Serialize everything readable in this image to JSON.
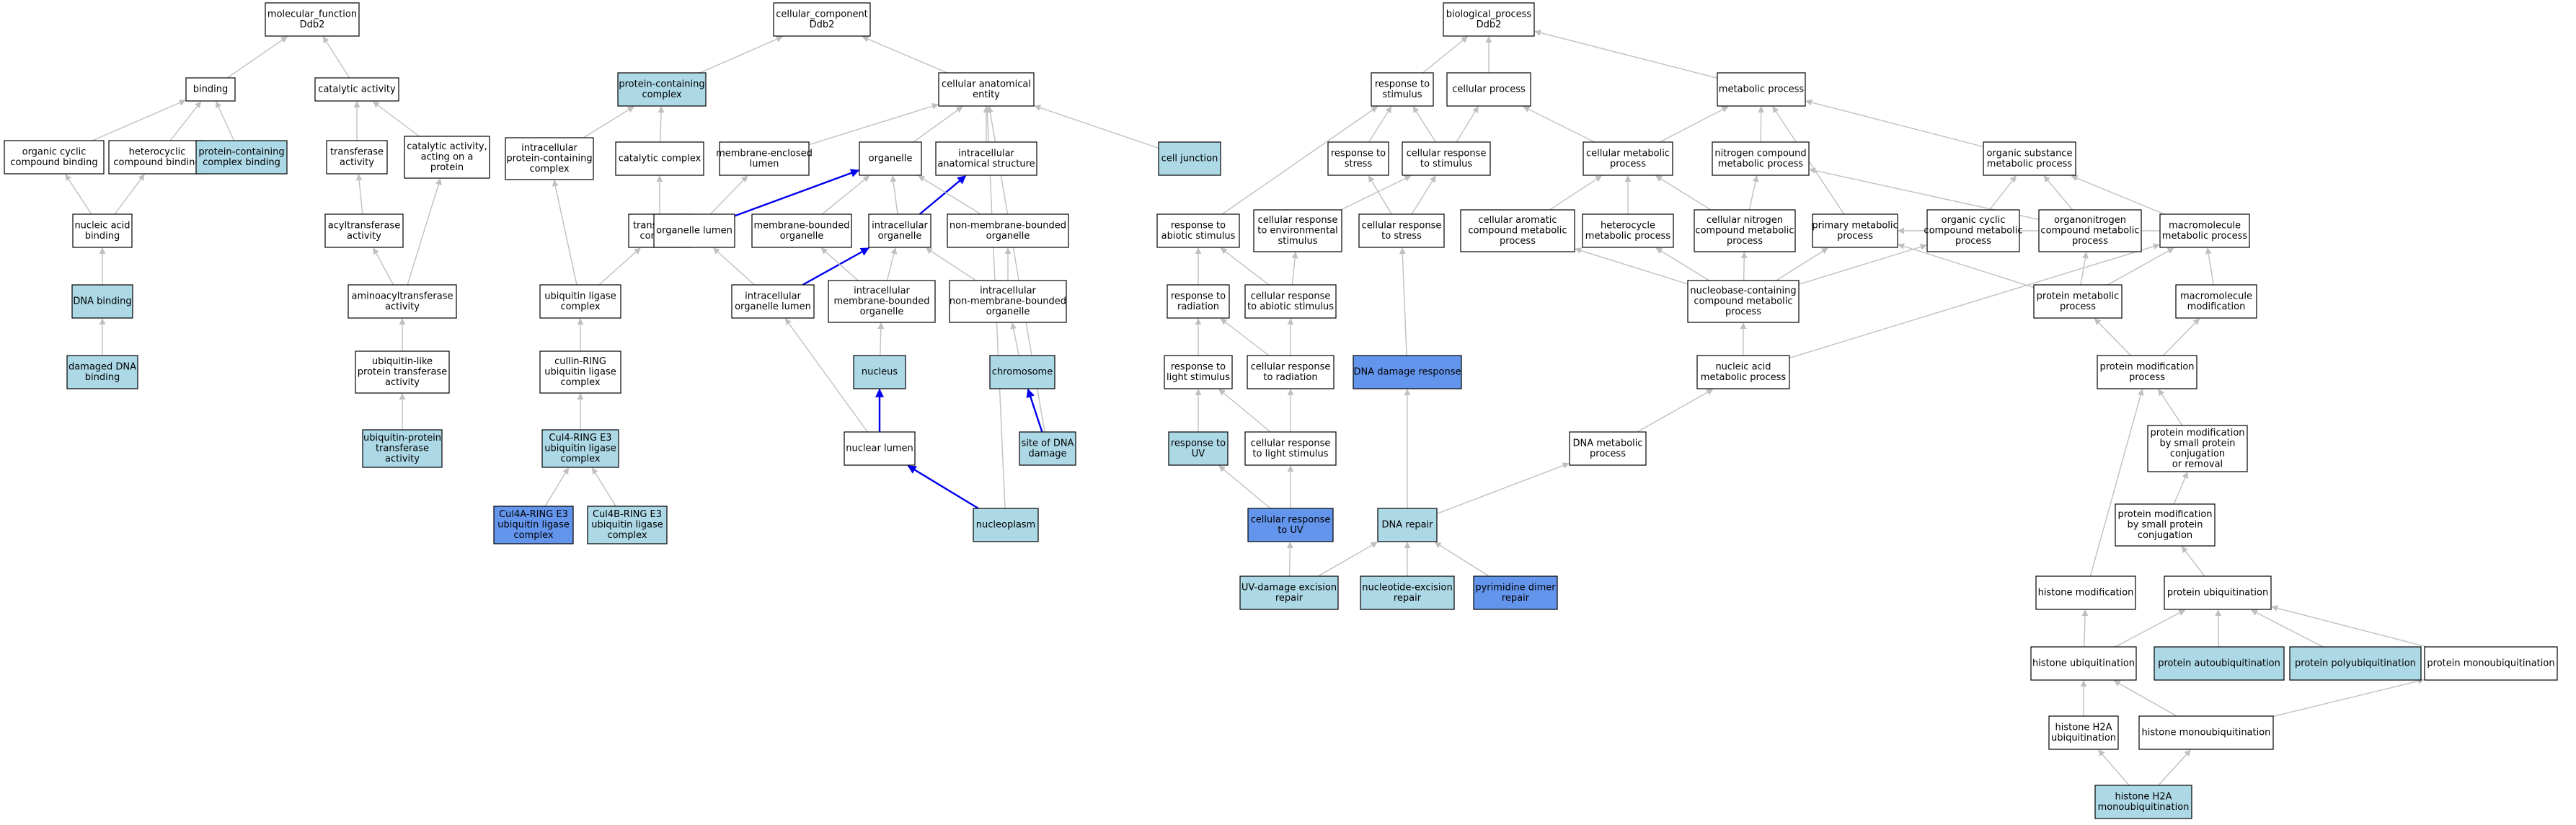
{
  "colors": {
    "plain": "#ffffff",
    "light": "#add8e6",
    "dark": "#6495ed",
    "edge": "#c0c0c0",
    "edge_blue": "#0000ee"
  },
  "nodes": [
    {
      "id": "mf",
      "lines": [
        "molecular_function",
        "Ddb2"
      ],
      "fill": "plain"
    },
    {
      "id": "binding",
      "lines": [
        "binding"
      ],
      "fill": "plain"
    },
    {
      "id": "catalytic",
      "lines": [
        "catalytic activity"
      ],
      "fill": "plain"
    },
    {
      "id": "orgcyc",
      "lines": [
        "organic cyclic",
        "compound binding"
      ],
      "fill": "plain"
    },
    {
      "id": "hetbind",
      "lines": [
        "heterocyclic",
        "compound binding"
      ],
      "fill": "plain"
    },
    {
      "id": "pcbind",
      "lines": [
        "protein-containing",
        "complex binding"
      ],
      "fill": "light"
    },
    {
      "id": "transferase",
      "lines": [
        "transferase",
        "activity"
      ],
      "fill": "plain"
    },
    {
      "id": "catprot",
      "lines": [
        "catalytic activity,",
        "acting on a",
        "protein"
      ],
      "fill": "plain"
    },
    {
      "id": "nabind",
      "lines": [
        "nucleic acid",
        "binding"
      ],
      "fill": "plain"
    },
    {
      "id": "acyl",
      "lines": [
        "acyltransferase",
        "activity"
      ],
      "fill": "plain"
    },
    {
      "id": "dnabind",
      "lines": [
        "DNA binding"
      ],
      "fill": "light"
    },
    {
      "id": "aminoacyl",
      "lines": [
        "aminoacyltransferase",
        "activity"
      ],
      "fill": "plain"
    },
    {
      "id": "damdna",
      "lines": [
        "damaged DNA",
        "binding"
      ],
      "fill": "light"
    },
    {
      "id": "ublike",
      "lines": [
        "ubiquitin-like",
        "protein transferase",
        "activity"
      ],
      "fill": "plain"
    },
    {
      "id": "ubiqprot",
      "lines": [
        "ubiquitin-protein",
        "transferase",
        "activity"
      ],
      "fill": "light"
    },
    {
      "id": "cc",
      "lines": [
        "cellular_component",
        "Ddb2"
      ],
      "fill": "plain"
    },
    {
      "id": "pcc",
      "lines": [
        "protein-containing",
        "complex"
      ],
      "fill": "light"
    },
    {
      "id": "cae",
      "lines": [
        "cellular anatomical",
        "entity"
      ],
      "fill": "plain"
    },
    {
      "id": "ipcc",
      "lines": [
        "intracellular",
        "protein-containing",
        "complex"
      ],
      "fill": "plain"
    },
    {
      "id": "catcomplex",
      "lines": [
        "catalytic complex"
      ],
      "fill": "plain"
    },
    {
      "id": "mel",
      "lines": [
        "membrane-enclosed",
        "lumen"
      ],
      "fill": "plain"
    },
    {
      "id": "organelle",
      "lines": [
        "organelle"
      ],
      "fill": "plain"
    },
    {
      "id": "ias",
      "lines": [
        "intracellular",
        "anatomical structure"
      ],
      "fill": "plain"
    },
    {
      "id": "celljunction",
      "lines": [
        "cell junction"
      ],
      "fill": "light"
    },
    {
      "id": "transcomplex",
      "lines": [
        "transferase",
        "complex"
      ],
      "fill": "plain"
    },
    {
      "id": "orglumen",
      "lines": [
        "organelle lumen"
      ],
      "fill": "plain"
    },
    {
      "id": "mbo",
      "lines": [
        "membrane-bounded",
        "organelle"
      ],
      "fill": "plain"
    },
    {
      "id": "intraorg",
      "lines": [
        "intracellular",
        "organelle"
      ],
      "fill": "plain"
    },
    {
      "id": "nmbo",
      "lines": [
        "non-membrane-bounded",
        "organelle"
      ],
      "fill": "plain"
    },
    {
      "id": "ulc",
      "lines": [
        "ubiquitin ligase",
        "complex"
      ],
      "fill": "plain"
    },
    {
      "id": "iol",
      "lines": [
        "intracellular",
        "organelle lumen"
      ],
      "fill": "plain"
    },
    {
      "id": "imbo",
      "lines": [
        "intracellular",
        "membrane-bounded",
        "organelle"
      ],
      "fill": "plain"
    },
    {
      "id": "inmbo",
      "lines": [
        "intracellular",
        "non-membrane-bounded",
        "organelle"
      ],
      "fill": "plain"
    },
    {
      "id": "crl",
      "lines": [
        "cullin-RING",
        "ubiquitin ligase",
        "complex"
      ],
      "fill": "plain"
    },
    {
      "id": "nucleus",
      "lines": [
        "nucleus"
      ],
      "fill": "light"
    },
    {
      "id": "chromosome",
      "lines": [
        "chromosome"
      ],
      "fill": "light"
    },
    {
      "id": "cul4",
      "lines": [
        "Cul4-RING E3",
        "ubiquitin ligase",
        "complex"
      ],
      "fill": "light"
    },
    {
      "id": "nuclumen",
      "lines": [
        "nuclear lumen"
      ],
      "fill": "plain"
    },
    {
      "id": "sitedna",
      "lines": [
        "site of DNA",
        "damage"
      ],
      "fill": "light"
    },
    {
      "id": "cul4a",
      "lines": [
        "Cul4A-RING E3",
        "ubiquitin ligase",
        "complex"
      ],
      "fill": "dark"
    },
    {
      "id": "cul4b",
      "lines": [
        "Cul4B-RING E3",
        "ubiquitin ligase",
        "complex"
      ],
      "fill": "light"
    },
    {
      "id": "nucleoplasm",
      "lines": [
        "nucleoplasm"
      ],
      "fill": "light"
    },
    {
      "id": "bp",
      "lines": [
        "biological_process",
        "Ddb2"
      ],
      "fill": "plain"
    },
    {
      "id": "rstim",
      "lines": [
        "response to",
        "stimulus"
      ],
      "fill": "plain"
    },
    {
      "id": "cellproc",
      "lines": [
        "cellular process"
      ],
      "fill": "plain"
    },
    {
      "id": "metab",
      "lines": [
        "metabolic process"
      ],
      "fill": "plain"
    },
    {
      "id": "rstress",
      "lines": [
        "response to",
        "stress"
      ],
      "fill": "plain"
    },
    {
      "id": "crstim",
      "lines": [
        "cellular response",
        "to stimulus"
      ],
      "fill": "plain"
    },
    {
      "id": "cmetab",
      "lines": [
        "cellular metabolic",
        "process"
      ],
      "fill": "plain"
    },
    {
      "id": "ncmetab",
      "lines": [
        "nitrogen compound",
        "metabolic process"
      ],
      "fill": "plain"
    },
    {
      "id": "osmetab",
      "lines": [
        "organic substance",
        "metabolic process"
      ],
      "fill": "plain"
    },
    {
      "id": "rabiotic",
      "lines": [
        "response to",
        "abiotic stimulus"
      ],
      "fill": "plain"
    },
    {
      "id": "crenv",
      "lines": [
        "cellular response",
        "to environmental",
        "stimulus"
      ],
      "fill": "plain"
    },
    {
      "id": "crstress",
      "lines": [
        "cellular response",
        "to stress"
      ],
      "fill": "plain"
    },
    {
      "id": "caromatic",
      "lines": [
        "cellular aromatic",
        "compound metabolic",
        "process"
      ],
      "fill": "plain"
    },
    {
      "id": "hetmetab",
      "lines": [
        "heterocycle",
        "metabolic process"
      ],
      "fill": "plain"
    },
    {
      "id": "cncmetab",
      "lines": [
        "cellular nitrogen",
        "compound metabolic",
        "process"
      ],
      "fill": "plain"
    },
    {
      "id": "primary",
      "lines": [
        "primary metabolic",
        "process"
      ],
      "fill": "plain"
    },
    {
      "id": "occmetab",
      "lines": [
        "organic cyclic",
        "compound metabolic",
        "process"
      ],
      "fill": "plain"
    },
    {
      "id": "onmetab",
      "lines": [
        "organonitrogen",
        "compound metabolic",
        "process"
      ],
      "fill": "plain"
    },
    {
      "id": "macromet",
      "lines": [
        "macromolecule",
        "metabolic process"
      ],
      "fill": "plain"
    },
    {
      "id": "rrad",
      "lines": [
        "response to",
        "radiation"
      ],
      "fill": "plain"
    },
    {
      "id": "crabiotic",
      "lines": [
        "cellular response",
        "to abiotic stimulus"
      ],
      "fill": "plain"
    },
    {
      "id": "nbcmetab",
      "lines": [
        "nucleobase-containing",
        "compound metabolic",
        "process"
      ],
      "fill": "plain"
    },
    {
      "id": "protmetab",
      "lines": [
        "protein metabolic",
        "process"
      ],
      "fill": "plain"
    },
    {
      "id": "macromod",
      "lines": [
        "macromolecule",
        "modification"
      ],
      "fill": "plain"
    },
    {
      "id": "rlight",
      "lines": [
        "response to",
        "light stimulus"
      ],
      "fill": "plain"
    },
    {
      "id": "crrad",
      "lines": [
        "cellular response",
        "to radiation"
      ],
      "fill": "plain"
    },
    {
      "id": "ddr",
      "lines": [
        "DNA damage response"
      ],
      "fill": "dark"
    },
    {
      "id": "nametab",
      "lines": [
        "nucleic acid",
        "metabolic process"
      ],
      "fill": "plain"
    },
    {
      "id": "protmod",
      "lines": [
        "protein modification",
        "process"
      ],
      "fill": "plain"
    },
    {
      "id": "ruv",
      "lines": [
        "response to",
        "UV"
      ],
      "fill": "light"
    },
    {
      "id": "crlight",
      "lines": [
        "cellular response",
        "to light stimulus"
      ],
      "fill": "plain"
    },
    {
      "id": "dnametab",
      "lines": [
        "DNA metabolic",
        "process"
      ],
      "fill": "plain"
    },
    {
      "id": "pmsmall",
      "lines": [
        "protein modification",
        "by small protein",
        "conjugation",
        "or removal"
      ],
      "fill": "plain"
    },
    {
      "id": "cruv",
      "lines": [
        "cellular response",
        "to UV"
      ],
      "fill": "dark"
    },
    {
      "id": "dnarepair",
      "lines": [
        "DNA repair"
      ],
      "fill": "light"
    },
    {
      "id": "pmconj",
      "lines": [
        "protein modification",
        "by small protein",
        "conjugation"
      ],
      "fill": "plain"
    },
    {
      "id": "uvrepair",
      "lines": [
        "UV-damage excision",
        "repair"
      ],
      "fill": "light"
    },
    {
      "id": "nucrepair",
      "lines": [
        "nucleotide-excision",
        "repair"
      ],
      "fill": "light"
    },
    {
      "id": "pyrrepair",
      "lines": [
        "pyrimidine dimer",
        "repair"
      ],
      "fill": "dark"
    },
    {
      "id": "histmod",
      "lines": [
        "histone modification"
      ],
      "fill": "plain"
    },
    {
      "id": "protubiq",
      "lines": [
        "protein ubiquitination"
      ],
      "fill": "plain"
    },
    {
      "id": "histubiq",
      "lines": [
        "histone ubiquitination"
      ],
      "fill": "plain"
    },
    {
      "id": "autoubiq",
      "lines": [
        "protein autoubiquitination"
      ],
      "fill": "light"
    },
    {
      "id": "polyubiq",
      "lines": [
        "protein polyubiquitination"
      ],
      "fill": "light"
    },
    {
      "id": "monoubiq",
      "lines": [
        "protein monoubiquitination"
      ],
      "fill": "plain"
    },
    {
      "id": "h2aubiq",
      "lines": [
        "histone H2A",
        "ubiquitination"
      ],
      "fill": "plain"
    },
    {
      "id": "histmono",
      "lines": [
        "histone monoubiquitination"
      ],
      "fill": "plain"
    },
    {
      "id": "h2amono",
      "lines": [
        "histone H2A",
        "monoubiquitination"
      ],
      "fill": "light"
    }
  ],
  "edges": [
    [
      "binding",
      "mf",
      "g"
    ],
    [
      "catalytic",
      "mf",
      "g"
    ],
    [
      "orgcyc",
      "binding",
      "g"
    ],
    [
      "hetbind",
      "binding",
      "g"
    ],
    [
      "pcbind",
      "binding",
      "g"
    ],
    [
      "transferase",
      "catalytic",
      "g"
    ],
    [
      "catprot",
      "catalytic",
      "g"
    ],
    [
      "nabind",
      "orgcyc",
      "g"
    ],
    [
      "nabind",
      "hetbind",
      "g"
    ],
    [
      "acyl",
      "transferase",
      "g"
    ],
    [
      "dnabind",
      "nabind",
      "g"
    ],
    [
      "aminoacyl",
      "acyl",
      "g"
    ],
    [
      "aminoacyl",
      "catprot",
      "g"
    ],
    [
      "damdna",
      "dnabind",
      "g"
    ],
    [
      "ublike",
      "aminoacyl",
      "g"
    ],
    [
      "ubiqprot",
      "ublike",
      "g"
    ],
    [
      "pcc",
      "cc",
      "g"
    ],
    [
      "cae",
      "cc",
      "g"
    ],
    [
      "ipcc",
      "pcc",
      "g"
    ],
    [
      "catcomplex",
      "pcc",
      "g"
    ],
    [
      "mel",
      "cae",
      "g"
    ],
    [
      "organelle",
      "cae",
      "g"
    ],
    [
      "ias",
      "cae",
      "g"
    ],
    [
      "celljunction",
      "cae",
      "g"
    ],
    [
      "transcomplex",
      "catcomplex",
      "g"
    ],
    [
      "orglumen",
      "mel",
      "g"
    ],
    [
      "orglumen",
      "organelle",
      "b"
    ],
    [
      "mbo",
      "organelle",
      "g"
    ],
    [
      "intraorg",
      "organelle",
      "g"
    ],
    [
      "intraorg",
      "ias",
      "b"
    ],
    [
      "nmbo",
      "organelle",
      "g"
    ],
    [
      "ulc",
      "ipcc",
      "g"
    ],
    [
      "ulc",
      "transcomplex",
      "g"
    ],
    [
      "iol",
      "orglumen",
      "g"
    ],
    [
      "iol",
      "intraorg",
      "b"
    ],
    [
      "imbo",
      "mbo",
      "g"
    ],
    [
      "imbo",
      "intraorg",
      "g"
    ],
    [
      "inmbo",
      "intraorg",
      "g"
    ],
    [
      "inmbo",
      "nmbo",
      "g"
    ],
    [
      "crl",
      "ulc",
      "g"
    ],
    [
      "nucleus",
      "imbo",
      "g"
    ],
    [
      "chromosome",
      "inmbo",
      "g"
    ],
    [
      "cul4",
      "crl",
      "g"
    ],
    [
      "nuclumen",
      "iol",
      "g"
    ],
    [
      "nuclumen",
      "nucleus",
      "b"
    ],
    [
      "sitedna",
      "chromosome",
      "b"
    ],
    [
      "sitedna",
      "cae",
      "g"
    ],
    [
      "cul4a",
      "cul4",
      "g"
    ],
    [
      "cul4b",
      "cul4",
      "g"
    ],
    [
      "nucleoplasm",
      "nuclumen",
      "b"
    ],
    [
      "nucleoplasm",
      "cae",
      "g"
    ],
    [
      "rstim",
      "bp",
      "g"
    ],
    [
      "cellproc",
      "bp",
      "g"
    ],
    [
      "metab",
      "bp",
      "g"
    ],
    [
      "rstress",
      "rstim",
      "g"
    ],
    [
      "crstim",
      "rstim",
      "g"
    ],
    [
      "crstim",
      "cellproc",
      "g"
    ],
    [
      "cmetab",
      "cellproc",
      "g"
    ],
    [
      "cmetab",
      "metab",
      "g"
    ],
    [
      "ncmetab",
      "metab",
      "g"
    ],
    [
      "osmetab",
      "metab",
      "g"
    ],
    [
      "rabiotic",
      "rstim",
      "g"
    ],
    [
      "crenv",
      "crstim",
      "g"
    ],
    [
      "crstress",
      "rstress",
      "g"
    ],
    [
      "crstress",
      "crstim",
      "g"
    ],
    [
      "caromatic",
      "cmetab",
      "g"
    ],
    [
      "hetmetab",
      "cmetab",
      "g"
    ],
    [
      "cncmetab",
      "cmetab",
      "g"
    ],
    [
      "cncmetab",
      "ncmetab",
      "g"
    ],
    [
      "primary",
      "metab",
      "g"
    ],
    [
      "occmetab",
      "osmetab",
      "g"
    ],
    [
      "onmetab",
      "ncmetab",
      "g"
    ],
    [
      "onmetab",
      "osmetab",
      "g"
    ],
    [
      "macromet",
      "primary",
      "g"
    ],
    [
      "macromet",
      "osmetab",
      "g"
    ],
    [
      "rrad",
      "rabiotic",
      "g"
    ],
    [
      "crabiotic",
      "rabiotic",
      "g"
    ],
    [
      "crabiotic",
      "crenv",
      "g"
    ],
    [
      "nbcmetab",
      "caromatic",
      "g"
    ],
    [
      "nbcmetab",
      "hetmetab",
      "g"
    ],
    [
      "nbcmetab",
      "cncmetab",
      "g"
    ],
    [
      "nbcmetab",
      "primary",
      "g"
    ],
    [
      "nbcmetab",
      "occmetab",
      "g"
    ],
    [
      "protmetab",
      "onmetab",
      "g"
    ],
    [
      "protmetab",
      "macromet",
      "g"
    ],
    [
      "protmetab",
      "primary",
      "g"
    ],
    [
      "macromod",
      "macromet",
      "g"
    ],
    [
      "rlight",
      "rrad",
      "g"
    ],
    [
      "crrad",
      "rrad",
      "g"
    ],
    [
      "crrad",
      "crabiotic",
      "g"
    ],
    [
      "ddr",
      "crstress",
      "g"
    ],
    [
      "nametab",
      "nbcmetab",
      "g"
    ],
    [
      "nametab",
      "macromet",
      "g"
    ],
    [
      "protmod",
      "protmetab",
      "g"
    ],
    [
      "protmod",
      "macromod",
      "g"
    ],
    [
      "ruv",
      "rlight",
      "g"
    ],
    [
      "crlight",
      "rlight",
      "g"
    ],
    [
      "crlight",
      "crrad",
      "g"
    ],
    [
      "dnametab",
      "nametab",
      "g"
    ],
    [
      "pmsmall",
      "protmod",
      "g"
    ],
    [
      "cruv",
      "ruv",
      "g"
    ],
    [
      "cruv",
      "crlight",
      "g"
    ],
    [
      "dnarepair",
      "ddr",
      "g"
    ],
    [
      "dnarepair",
      "dnametab",
      "g"
    ],
    [
      "pmconj",
      "pmsmall",
      "g"
    ],
    [
      "uvrepair",
      "dnarepair",
      "g"
    ],
    [
      "uvrepair",
      "cruv",
      "g"
    ],
    [
      "nucrepair",
      "dnarepair",
      "g"
    ],
    [
      "pyrrepair",
      "dnarepair",
      "g"
    ],
    [
      "histmod",
      "protmod",
      "g"
    ],
    [
      "protubiq",
      "pmconj",
      "g"
    ],
    [
      "histubiq",
      "histmod",
      "g"
    ],
    [
      "histubiq",
      "protubiq",
      "g"
    ],
    [
      "autoubiq",
      "protubiq",
      "g"
    ],
    [
      "polyubiq",
      "protubiq",
      "g"
    ],
    [
      "monoubiq",
      "protubiq",
      "g"
    ],
    [
      "h2aubiq",
      "histubiq",
      "g"
    ],
    [
      "histmono",
      "histubiq",
      "g"
    ],
    [
      "histmono",
      "monoubiq",
      "g"
    ],
    [
      "h2amono",
      "h2aubiq",
      "g"
    ],
    [
      "h2amono",
      "histmono",
      "g"
    ]
  ]
}
